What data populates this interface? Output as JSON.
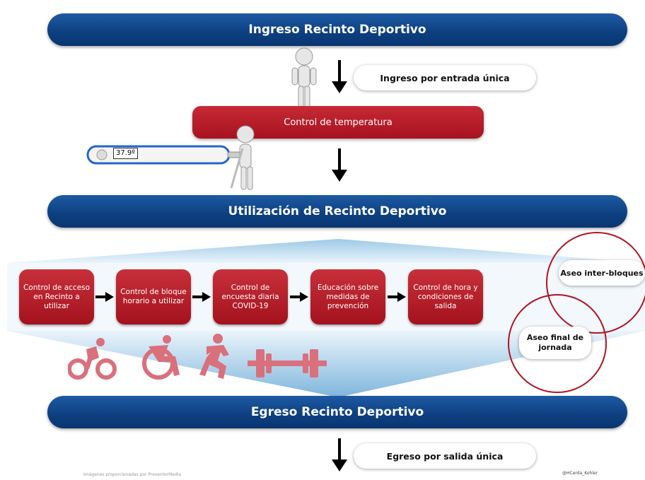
{
  "top_banner": "Ingreso Recinto Deportivo",
  "entry_pill": "Ingreso por entrada única",
  "temperature_bar": "Control de temperatura",
  "thermometer_reading": "37.9º",
  "middle_banner": "Utilización de Recinto Deportivo",
  "steps": [
    "Control de acceso en Recinto a utilizar",
    "Control de bloque horario a utilizar",
    "Control de encuesta diaria COVID-19",
    "Educación sobre medidas de prevención",
    "Control de hora y condiciones de salida"
  ],
  "cleaning_between": "Aseo inter-bloques",
  "cleaning_final": "Aseo final de jornada",
  "bottom_banner": "Egreso Recinto Deportivo",
  "exit_pill": "Egreso por salida única",
  "credit_left": "Imágenes proporcionadas por PresenterMedia",
  "credit_right": "@HCerda_Kohler",
  "colors": {
    "banner_blue": "#0d3f80",
    "step_red": "#b01a25",
    "icon_pink": "#d9707c"
  },
  "icons": [
    "cyclist-icon",
    "wheelchair-icon",
    "runner-icon",
    "barbell-icon"
  ]
}
